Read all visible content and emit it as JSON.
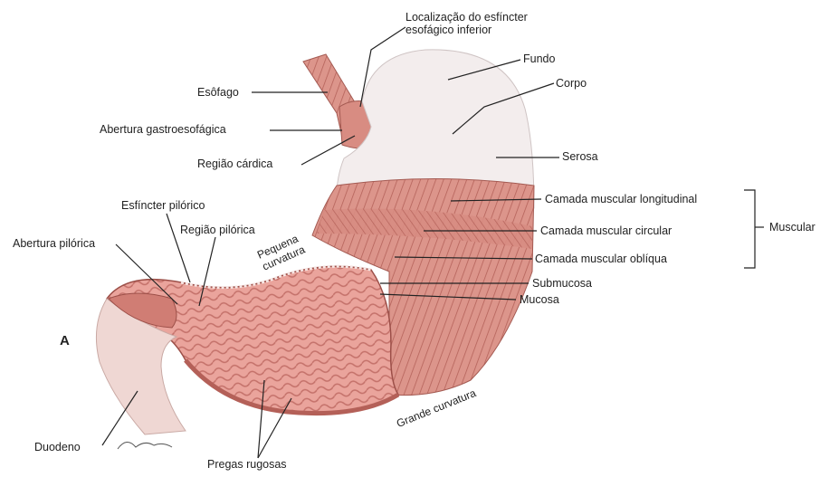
{
  "figure_letter": "A",
  "labels": {
    "les": [
      "Localização do esfíncter",
      "esofágico inferior"
    ],
    "fundo": "Fundo",
    "corpo": "Corpo",
    "esofago": "Esôfago",
    "abertura_gastro": "Abertura gastroesofágica",
    "regiao_cardica": "Região cárdica",
    "serosa": "Serosa",
    "esfincter_pilorico": "Esfíncter pilórico",
    "regiao_pilorica": "Região pilórica",
    "abertura_pilorica": "Abertura pilórica",
    "pequena_curvatura": [
      "Pequena",
      "curvatura"
    ],
    "camada_longitudinal": "Camada muscular longitudinal",
    "camada_circular": "Camada muscular circular",
    "camada_obliqua": "Camada muscular oblíqua",
    "muscular": "Muscular",
    "submucosa": "Submucosa",
    "mucosa": "Mucosa",
    "grande_curvatura": "Grande curvatura",
    "duodeno": "Duodeno",
    "pregas_rugosas": "Pregas rugosas"
  },
  "colors": {
    "serosa": "#f2ecec",
    "muscle": "#d98f86",
    "muscle_dark": "#b8655c",
    "mucosa": "#e8a19a",
    "duodenum": "#efd6d2",
    "leader": "#222222"
  }
}
